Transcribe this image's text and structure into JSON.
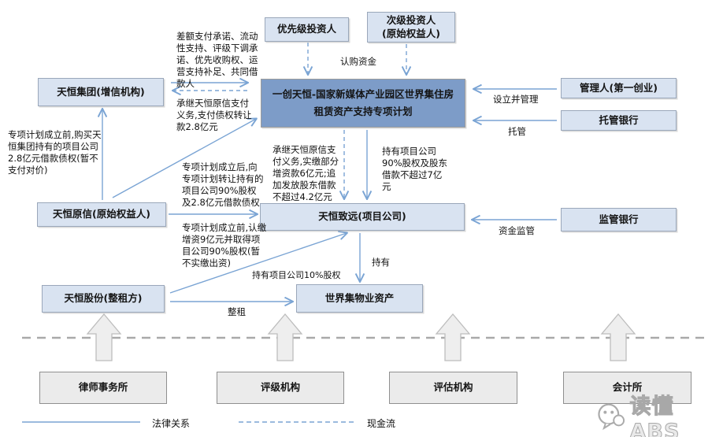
{
  "nodes": {
    "senior_investor": "优先级投资人",
    "junior_investor": "次级投资人\n(原始权益人)",
    "plan": "一创天恒-国家新媒体产业园区世界集住房\n租赁资产支持专项计划",
    "tianheng_group": "天恒集团(增信机构)",
    "tianheng_yuanxin": "天恒原信(原始权益人)",
    "tianheng_shares": "天恒股份(整租方)",
    "project_company": "天恒致远(项目公司)",
    "property_asset": "世界集物业资产",
    "manager": "管理人(第一创业)",
    "custodian_bank": "托管银行",
    "supervising_bank": "监管银行",
    "law_firm": "律师事务所",
    "rating_agency": "评级机构",
    "appraisal_agency": "评估机构",
    "accounting_firm": "会计所"
  },
  "edge_labels": {
    "subscribe_funds": "认购资金",
    "setup_manage": "设立并管理",
    "custody": "托管",
    "fund_supervision": "资金监管",
    "hold": "持有",
    "hold_10pct": "持有项目公司10%股权",
    "master_lease": "整租"
  },
  "annotations": {
    "credit_support": "差额支付承诺、流动性支持、评级下调承诺、优先收购权、运营支持补足、共同借款人",
    "assume_pay_transfer": "承继天恒原信支付义务,支付债权转让款2.8亿元",
    "before_plan_buy_debt": "专项计划成立前,购买天恒集团持有的项目公司2.8亿元借款债权(暂不支付对价)",
    "after_plan_transfer": "专项计划成立后,向专项计划转让持有的项目公司90%股权及2.8亿元借款债权",
    "before_plan_capital": "专项计划成立前,认缴增资9亿元并取得项目公司90%股权(暂不实缴出资)",
    "assume_capital_inject": "承继天恒原信支付义务,实缴部分增资款6亿元;追加发放股东借款不超过4.2亿元",
    "hold_90pct": "持有项目公司90%股权及股东借款不超过7亿元"
  },
  "legend": {
    "legal": "法律关系",
    "cash": "现金流"
  },
  "watermark": "读懂ABS",
  "colors": {
    "node_fill": "#d9e3f1",
    "plan_fill": "#7d9cc8",
    "gray_fill": "#ebebeb",
    "arrow_blue": "#7aa4d4",
    "separator_gray": "#a9a9a9"
  }
}
